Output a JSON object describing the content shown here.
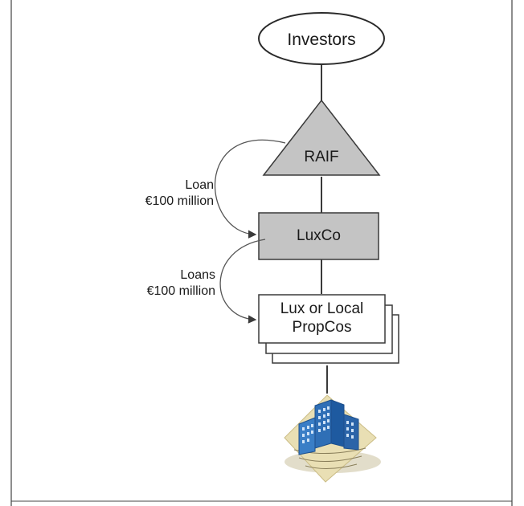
{
  "nodes": {
    "investors": "Investors",
    "raif": "RAIF",
    "luxco": "LuxCo",
    "propcos": "Lux or Local PropCos"
  },
  "edges": {
    "loan_label_1": "Loan",
    "loan_amount_1": "€100 million",
    "loan_label_2": "Loans",
    "loan_amount_2": "€100 million"
  },
  "colors": {
    "node_fill": "#c4c4c4",
    "box_fill": "#ffffff",
    "stroke": "#3a3a3a",
    "building_blue": "#2f6fb6",
    "building_base": "#e9dfb4"
  },
  "icons": {
    "property": "office-buildings-icon"
  }
}
